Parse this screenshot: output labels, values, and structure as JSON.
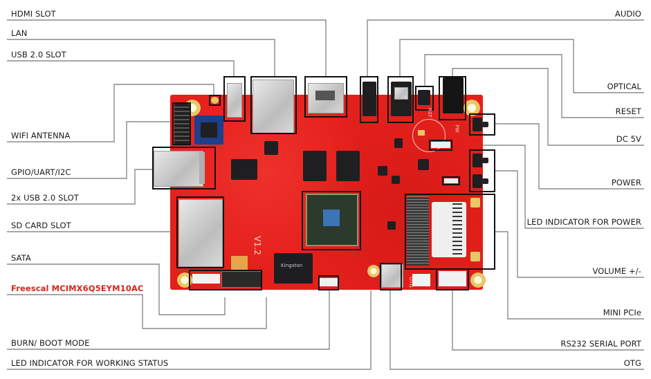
{
  "diagram": {
    "title": "Board interface diagram",
    "left_labels": [
      {
        "id": "hdmi-slot",
        "text": "HDMI SLOT"
      },
      {
        "id": "lan",
        "text": "LAN"
      },
      {
        "id": "usb-2-slot",
        "text": "USB 2.0 SLOT"
      },
      {
        "id": "wifi-antenna",
        "text": "WIFI ANTENNA"
      },
      {
        "id": "gpio-uart-i2c",
        "text": "GPIO/UART/I2C"
      },
      {
        "id": "dual-usb-2-slot",
        "text": "2x USB 2.0 SLOT"
      },
      {
        "id": "sd-card-slot",
        "text": "SD CARD SLOT"
      },
      {
        "id": "sata",
        "text": "SATA"
      },
      {
        "id": "soc-part",
        "text": "Freescal MCIMX6Q5EYM10AC",
        "highlight_color": "#d9261c"
      },
      {
        "id": "burn-boot-mode",
        "text": "BURN/ BOOT MODE"
      },
      {
        "id": "led-working-status",
        "text": "LED INDICATOR FOR WORKING STATUS"
      }
    ],
    "right_labels": [
      {
        "id": "audio",
        "text": "AUDIO"
      },
      {
        "id": "optical",
        "text": "OPTICAL"
      },
      {
        "id": "reset",
        "text": "RESET"
      },
      {
        "id": "dc-5v",
        "text": "DC 5V"
      },
      {
        "id": "power",
        "text": "POWER"
      },
      {
        "id": "led-power",
        "text": "LED INDICATOR FOR POWER"
      },
      {
        "id": "volume",
        "text": "VOLUME +/-"
      },
      {
        "id": "mini-pcie",
        "text": "MINI PCIe"
      },
      {
        "id": "rs232-serial-port",
        "text": "RS232 SERIAL PORT"
      },
      {
        "id": "otg",
        "text": "OTG"
      }
    ],
    "board_markings": {
      "version": "V1.2",
      "reset_silk": "RST",
      "power_silk": "PW",
      "otg_silk": "OTG",
      "memory_brand": "Kingston"
    },
    "colors": {
      "board": "#e5201c",
      "leader_line": "#8a8a8a",
      "callout_box": "#111111",
      "highlight_text": "#d9261c"
    }
  }
}
